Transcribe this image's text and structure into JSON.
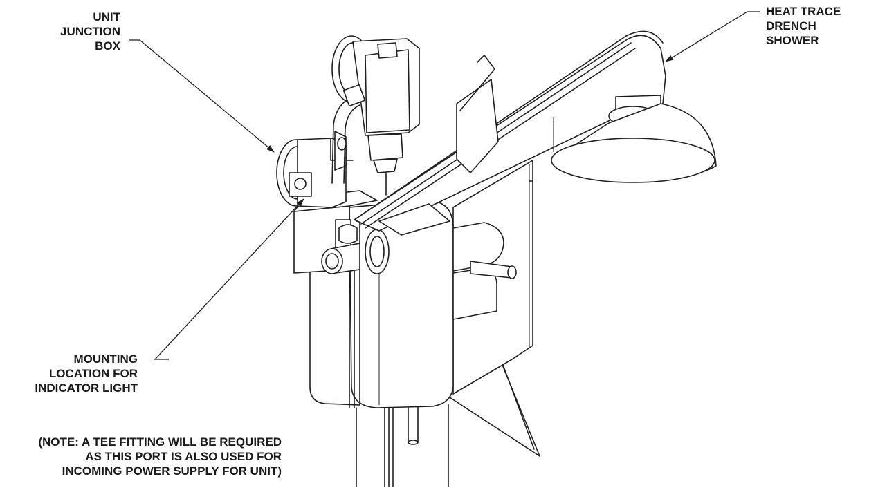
{
  "labels": {
    "junction_box": [
      "UNIT",
      "JUNCTION",
      "BOX"
    ],
    "heat_trace": [
      "HEAT TRACE",
      "DRENCH",
      "SHOWER"
    ],
    "mounting": [
      "MOUNTING",
      "LOCATION FOR",
      "INDICATOR LIGHT"
    ],
    "note": [
      "(NOTE:  A TEE FITTING WILL BE REQUIRED",
      "AS THIS PORT IS ALSO USED FOR",
      "INCOMING POWER SUPPLY FOR UNIT)"
    ]
  },
  "colors": {
    "line": "#1e1e1e",
    "background": "#ffffff"
  }
}
